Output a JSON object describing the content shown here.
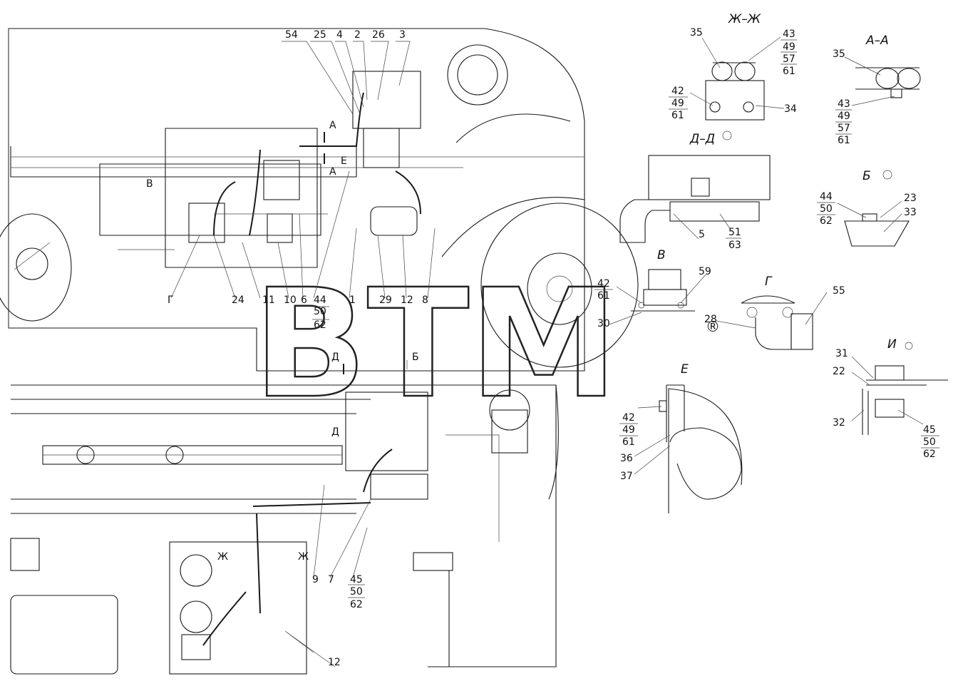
{
  "sections": {
    "zh": "Ж–Ж",
    "aa": "А–А",
    "dd": "Д–Д",
    "b_view": "Б",
    "v_view": "В",
    "g_view": "Г",
    "i_view": "И",
    "e_view": "Е"
  },
  "markers": {
    "a_top": "А",
    "a_bot": "А",
    "e": "Е",
    "v": "В",
    "g": "Г",
    "d1": "Д",
    "d2": "Д",
    "b": "Б",
    "zh1": "Ж",
    "zh2": "Ж"
  },
  "callouts_top": [
    "54",
    "25",
    "4",
    "2",
    "26",
    "3"
  ],
  "callouts_bottom": [
    "Г",
    "24",
    "11",
    "10",
    "6",
    "44",
    "1",
    "29",
    "12",
    "8"
  ],
  "stack_top_center": [
    "50",
    "62"
  ],
  "zh_section": {
    "n35": "35",
    "stack": [
      "43",
      "49",
      "57",
      "61"
    ],
    "left": [
      "42",
      "49",
      "61"
    ],
    "n34": "34"
  },
  "aa_section": {
    "n35": "35",
    "stack": [
      "43",
      "49",
      "57",
      "61"
    ]
  },
  "dd_section": {
    "n5": "5",
    "n51": "51",
    "n63": "63"
  },
  "b_section": {
    "left": [
      "44",
      "50",
      "62"
    ],
    "n23": "23",
    "n33": "33"
  },
  "v_section": {
    "left": [
      "42",
      "61"
    ],
    "n30": "30",
    "n59": "59"
  },
  "g_section": {
    "n28": "28",
    "n55": "55"
  },
  "i_section": {
    "n31": "31",
    "n22": "22",
    "n32": "32",
    "right": [
      "45",
      "50",
      "62"
    ]
  },
  "e_section": {
    "left": [
      "42",
      "49",
      "61"
    ],
    "n36": "36",
    "n37": "37"
  },
  "bottom_callouts": {
    "n9": "9",
    "n7": "7",
    "stack": [
      "45",
      "50",
      "62"
    ],
    "n12": "12"
  },
  "watermark": "BTM",
  "registered": "®"
}
